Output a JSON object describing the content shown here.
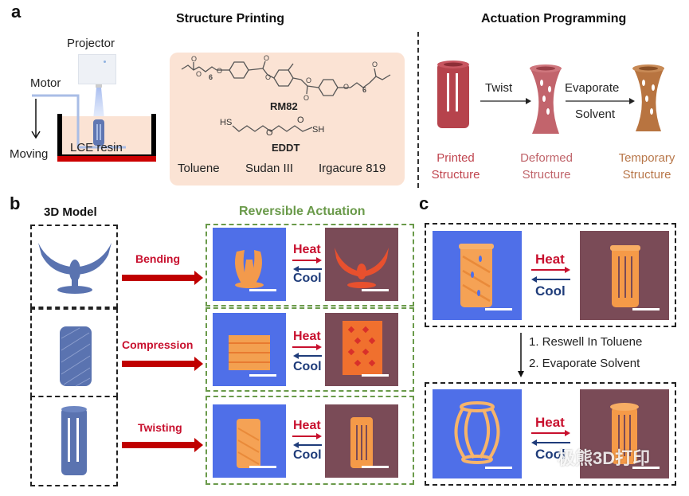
{
  "panel_a": {
    "letter": "a",
    "structure_printing": {
      "title": "Structure Printing",
      "projector_label": "Projector",
      "motor_label": "Motor",
      "moving_label": "Moving",
      "resin_label": "LCE resin",
      "chemicals": {
        "rm82_label": "RM82",
        "rm82_subscript": "6",
        "eddt_label": "EDDT",
        "eddt_hs": "HS",
        "eddt_sh": "SH",
        "eddt_o": "O",
        "additives": [
          "Toluene",
          "Sudan III",
          "Irgacure 819"
        ]
      }
    },
    "actuation_programming": {
      "title": "Actuation Programming",
      "step1_label": "Twist",
      "step2_label_line1": "Evaporate",
      "step2_label_line2": "Solvent",
      "structures": [
        {
          "line1": "Printed",
          "line2": "Structure",
          "color": "#c0454f"
        },
        {
          "line1": "Deformed",
          "line2": "Structure",
          "color": "#c0646a"
        },
        {
          "line1": "Temporary",
          "line2": "Structure",
          "color": "#b8774a"
        }
      ]
    }
  },
  "panel_b": {
    "letter": "b",
    "model_title": "3D Model",
    "actuation_title": "Reversible Actuation",
    "rows": [
      {
        "mode": "Bending",
        "heat": "Heat",
        "cool": "Cool"
      },
      {
        "mode": "Compression",
        "heat": "Heat",
        "cool": "Cool"
      },
      {
        "mode": "Twisting",
        "heat": "Heat",
        "cool": "Cool"
      }
    ]
  },
  "panel_c": {
    "letter": "c",
    "top": {
      "heat": "Heat",
      "cool": "Cool"
    },
    "steps": [
      "1. Reswell In Toluene",
      "2. Evaporate Solvent"
    ],
    "bottom": {
      "heat": "Heat",
      "cool": "Cool"
    }
  },
  "watermark": "极熊3D打印",
  "colors": {
    "heat_red": "#c8102e",
    "cool_blue": "#1f3c7a",
    "photo_blue_bg": "#4f6fe8",
    "photo_maroon_bg": "#7a4b57",
    "green_dash": "#6a9a4a",
    "resin_fill": "#fbe3d4",
    "model_blue": "#5a73b0",
    "sample_orange": "#f5a255"
  }
}
